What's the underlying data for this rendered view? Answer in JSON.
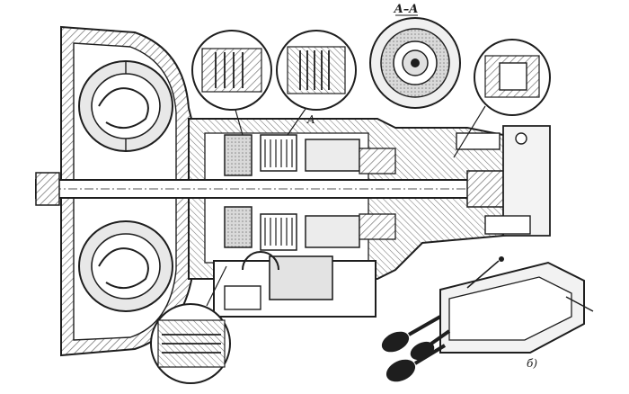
{
  "labels": {
    "section_title": "A–A",
    "marker_a": "A",
    "view_b": "б)"
  },
  "colors": {
    "ink": "#1e1e1e",
    "hatch": "#6d6d6d",
    "shade": "#a9a9a9",
    "paper": "#ffffff"
  }
}
